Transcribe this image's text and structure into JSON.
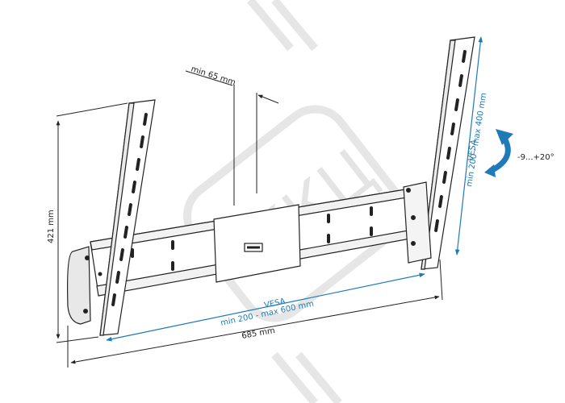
{
  "dimensions": {
    "depth_min": "min 65 mm",
    "height": "421 mm",
    "width": "685 mm",
    "vesa_h_label": "VESA",
    "vesa_h_range": "min 200 - max 600 mm",
    "vesa_v_label": "VESA",
    "vesa_v_range": "min 200 - max 400 mm",
    "tilt": "-9...+20°"
  },
  "watermark": "ККЦ",
  "colors": {
    "line": "#222222",
    "accent": "#1e7ab8",
    "watermark": "#e3e3e3"
  }
}
